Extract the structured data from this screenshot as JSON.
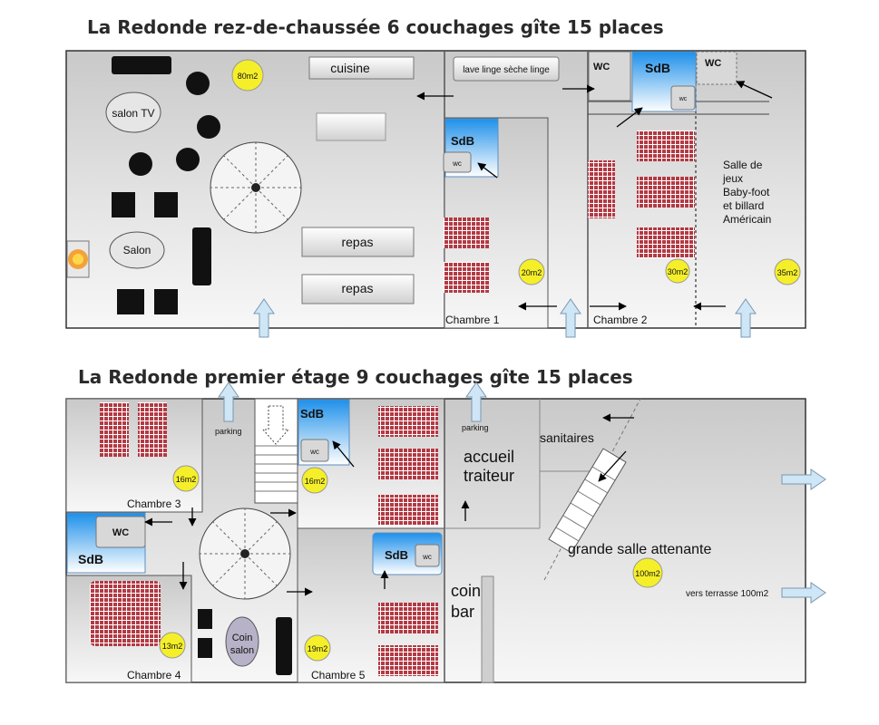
{
  "titles": {
    "ground": "La Redonde rez-de-chaussée 6 couchages gîte 15 places",
    "first": "La Redonde premier étage  9 couchages gîte 15 places"
  },
  "ground": {
    "kitchen": "cuisine",
    "laundry": "lave linge sèche linge",
    "dining_1": "repas",
    "dining_2": "repas",
    "tv_lounge": "salon TV",
    "lounge": "Salon",
    "area_main": "80m2",
    "bath_1": "SdB",
    "wc_1": "wc",
    "room_1": "Chambre 1",
    "area_room_1": "20m2",
    "wc_2": "WC",
    "bath_2": "SdB",
    "wc_3": "wc",
    "room_2": "Chambre 2",
    "area_room_2": "30m2",
    "wc_4": "WC",
    "games_1": "Salle de",
    "games_2": "jeux",
    "games_3": "Baby-foot",
    "games_4": "et billard",
    "games_5": "Américain",
    "area_games": "35m2"
  },
  "first": {
    "room_3": "Chambre 3",
    "area_room_3": "16m2",
    "parking_1": "parking",
    "bath_3": "SdB",
    "wc_5": "wc",
    "area_bath_3": "16m2",
    "wc_6": "WC",
    "bath_4": "SdB",
    "room_4": "Chambre 4",
    "area_room_4": "13m2",
    "corner_lounge_1": "Coin",
    "corner_lounge_2": "salon",
    "room_5": "Chambre 5",
    "area_room_5": "19m2",
    "bath_5": "SdB",
    "wc_7": "wc",
    "parking_2": "parking",
    "reception_1": "accueil",
    "reception_2": "traiteur",
    "bar_1": "coin",
    "bar_2": "bar",
    "sanitary": "sanitaires",
    "hall": "grande salle attenante",
    "area_hall": "100m2",
    "terrace": "vers terrasse 100m2"
  },
  "colors": {
    "room_fill": "#e2e2e2",
    "bath_blue": "#3aa7ee",
    "bed_red": "#b23a44",
    "area_badge": "#f5ef2a",
    "door_arrow": "#cfe6f7"
  }
}
